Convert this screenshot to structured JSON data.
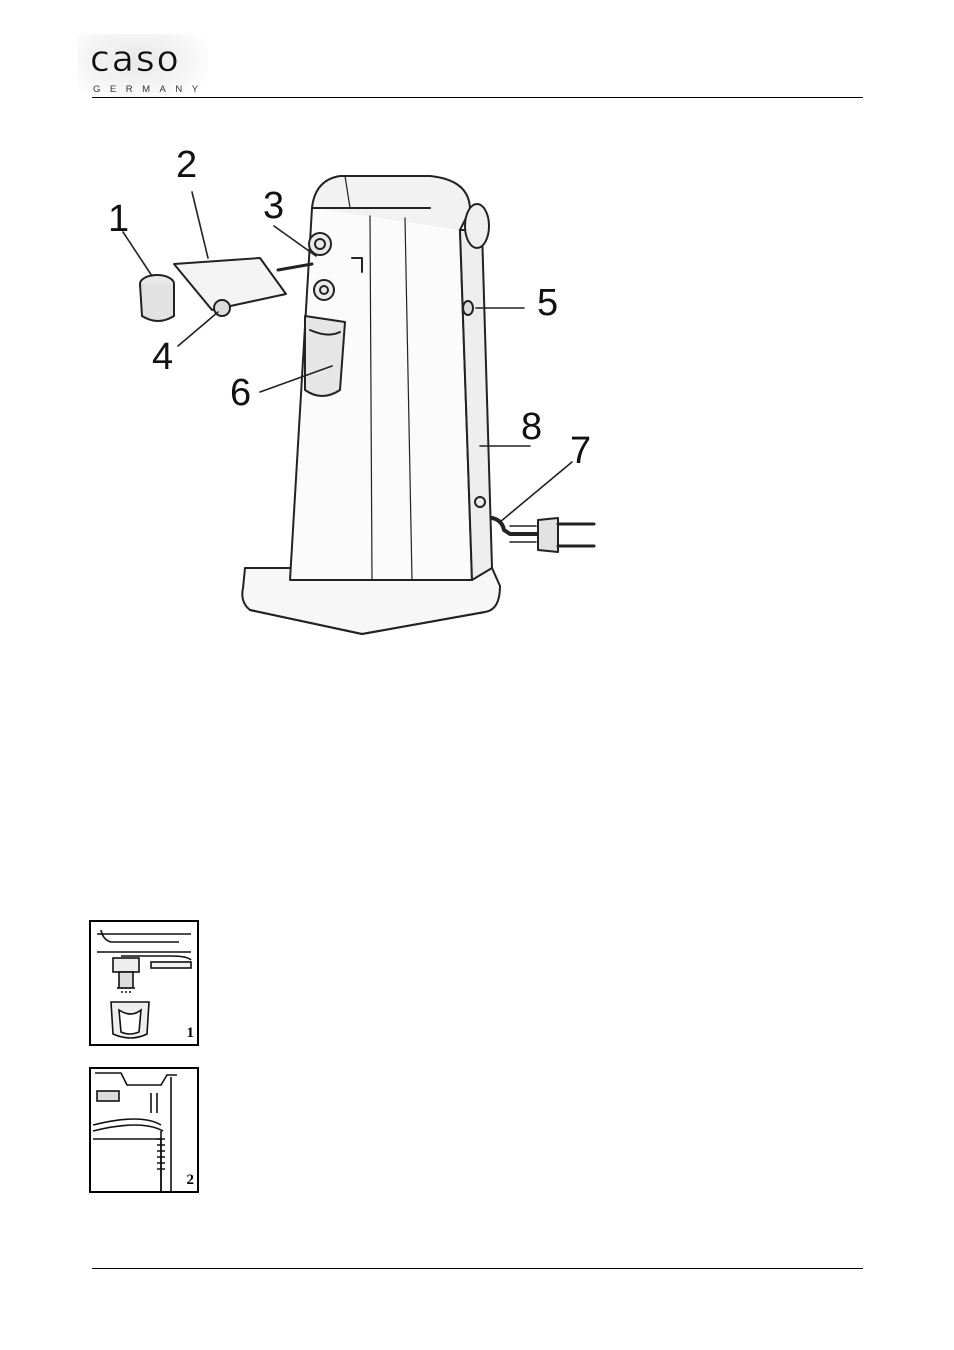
{
  "header": {
    "logo_word": "caso",
    "logo_sub": "GERMANY"
  },
  "figure": {
    "callouts": [
      "1",
      "2",
      "3",
      "4",
      "5",
      "6",
      "7",
      "8"
    ]
  },
  "steps": [
    {
      "number": "1"
    },
    {
      "number": "2"
    }
  ],
  "colors": {
    "rule": "#000000",
    "ink": "#111111"
  }
}
